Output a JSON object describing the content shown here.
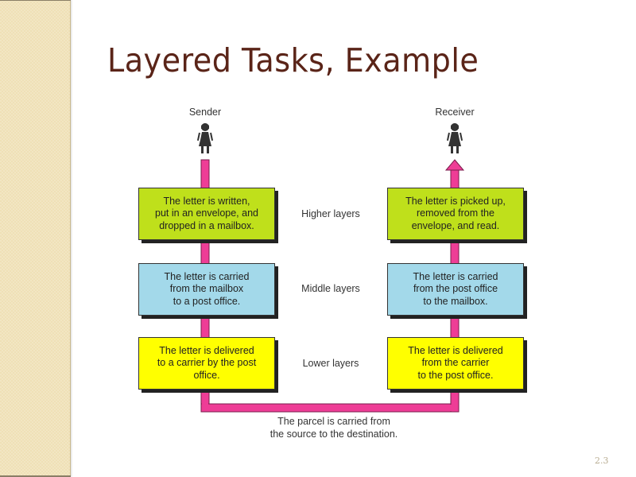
{
  "slide": {
    "title": "Layered Tasks, Example",
    "slide_number": "2.3"
  },
  "diagram": {
    "sender_label": "Sender",
    "receiver_label": "Receiver",
    "layers": [
      {
        "name": "Higher layers",
        "sender_text": "The letter is written,\nput in an envelope, and\ndropped in a mailbox.",
        "receiver_text": "The letter is picked up,\nremoved from the\nenvelope, and read."
      },
      {
        "name": "Middle layers",
        "sender_text": "The letter is carried\nfrom the mailbox\nto a post office.",
        "receiver_text": "The letter is carried\nfrom the post office\nto the mailbox."
      },
      {
        "name": "Lower layers",
        "sender_text": "The letter is delivered\nto a carrier by the post\noffice.",
        "receiver_text": "The letter is delivered\nfrom the carrier\nto the post office."
      }
    ],
    "path_caption": "The parcel is carried from\nthe source to the destination.",
    "colors": {
      "higher": "#bfe01b",
      "middle": "#a3d9ea",
      "lower": "#ffff00",
      "path": "#ee3d96",
      "title": "#5a2418"
    }
  }
}
